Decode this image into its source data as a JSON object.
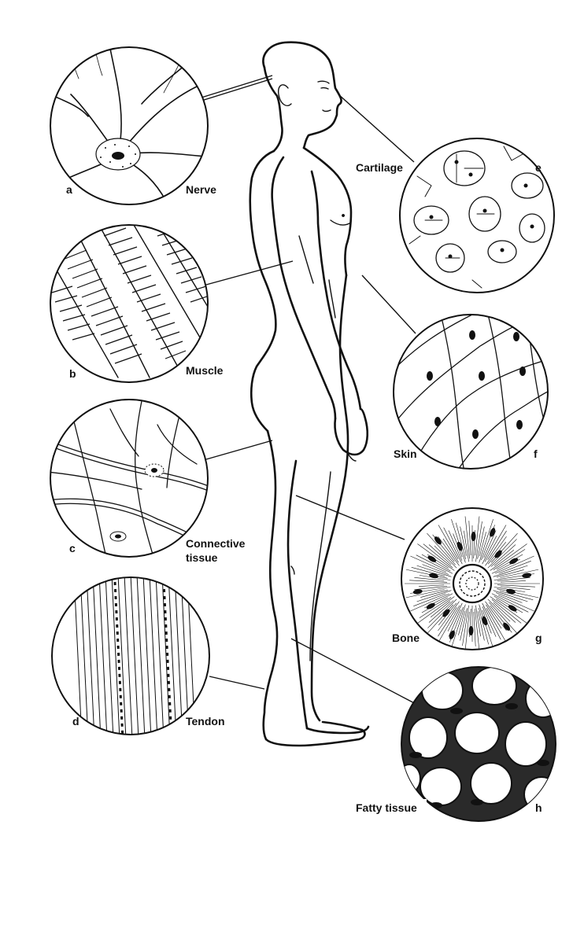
{
  "diagram": {
    "tissues": [
      {
        "id": "nerve",
        "letter": "a",
        "name": "Nerve"
      },
      {
        "id": "muscle",
        "letter": "b",
        "name": "Muscle"
      },
      {
        "id": "connective",
        "letter": "c",
        "name": "Connective",
        "name2": "tissue"
      },
      {
        "id": "tendon",
        "letter": "d",
        "name": "Tendon"
      },
      {
        "id": "cartilage",
        "letter": "e",
        "name": "Cartilage"
      },
      {
        "id": "skin",
        "letter": "f",
        "name": "Skin"
      },
      {
        "id": "bone",
        "letter": "g",
        "name": "Bone"
      },
      {
        "id": "fatty",
        "letter": "h",
        "name": "Fatty tissue"
      }
    ]
  }
}
